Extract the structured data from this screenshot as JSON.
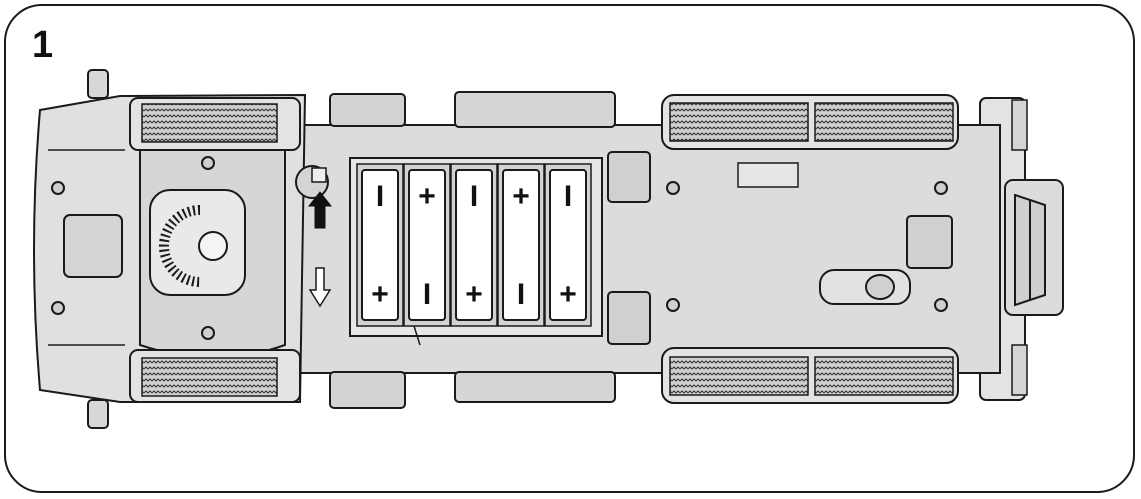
{
  "step": {
    "number": "1"
  },
  "batteries": [
    {
      "top": "I",
      "bottom": "+"
    },
    {
      "top": "+",
      "bottom": "I"
    },
    {
      "top": "I",
      "bottom": "+"
    },
    {
      "top": "+",
      "bottom": "I"
    },
    {
      "top": "I",
      "bottom": "+"
    }
  ],
  "colors": {
    "outline": "#1a1a1a",
    "chassis": "#d9d9d9",
    "body_light": "#e6e6e6",
    "body_mid": "#cfcfcf",
    "tire": "#bdbdbd",
    "arrow_black": "#111111",
    "arrow_white": "#ffffff"
  }
}
